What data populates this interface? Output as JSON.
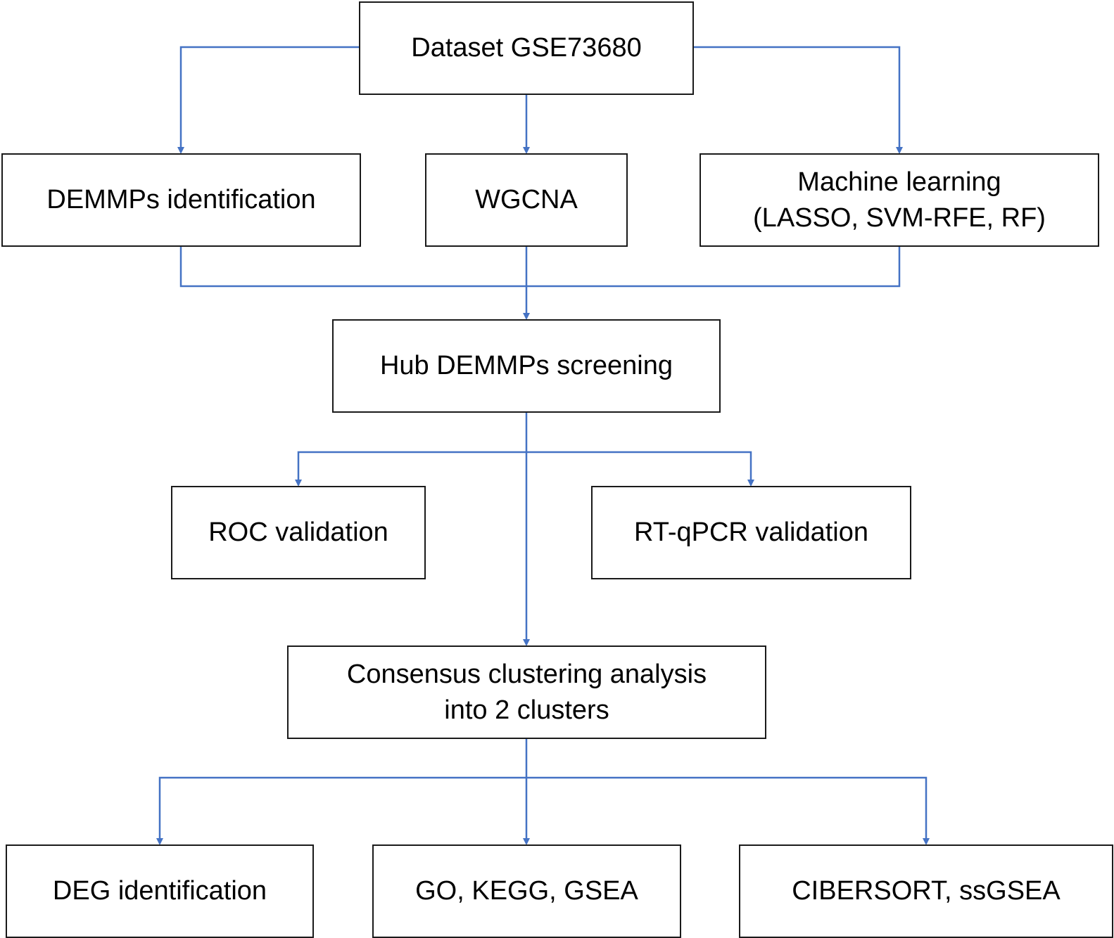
{
  "colors": {
    "connector": "#4472C4",
    "box_border": "#1a1a1a",
    "text": "#000000",
    "background": "#ffffff"
  },
  "nodes": {
    "dataset": {
      "lines": [
        "Dataset GSE73680"
      ]
    },
    "demmps_identification": {
      "lines": [
        "DEMMPs identification"
      ]
    },
    "wgcna": {
      "lines": [
        "WGCNA"
      ]
    },
    "machine_learning": {
      "lines": [
        "Machine learning",
        "(LASSO, SVM-RFE, RF)"
      ]
    },
    "hub_screening": {
      "lines": [
        "Hub DEMMPs screening"
      ]
    },
    "roc_validation": {
      "lines": [
        "ROC validation"
      ]
    },
    "rtqpcr_validation": {
      "lines": [
        "RT-qPCR validation"
      ]
    },
    "consensus_clustering": {
      "lines": [
        "Consensus clustering analysis",
        "into 2 clusters"
      ]
    },
    "deg_identification": {
      "lines": [
        "DEG identification"
      ]
    },
    "go_kegg_gsea": {
      "lines": [
        "GO, KEGG, GSEA"
      ]
    },
    "cibersort_ssgsea": {
      "lines": [
        "CIBERSORT, ssGSEA"
      ]
    }
  },
  "edges": [
    {
      "from": "dataset",
      "to": "demmps_identification"
    },
    {
      "from": "dataset",
      "to": "wgcna"
    },
    {
      "from": "dataset",
      "to": "machine_learning"
    },
    {
      "from": "demmps_identification",
      "to": "hub_screening"
    },
    {
      "from": "wgcna",
      "to": "hub_screening"
    },
    {
      "from": "machine_learning",
      "to": "hub_screening"
    },
    {
      "from": "hub_screening",
      "to": "roc_validation"
    },
    {
      "from": "hub_screening",
      "to": "rtqpcr_validation"
    },
    {
      "from": "hub_screening",
      "to": "consensus_clustering"
    },
    {
      "from": "consensus_clustering",
      "to": "deg_identification"
    },
    {
      "from": "consensus_clustering",
      "to": "go_kegg_gsea"
    },
    {
      "from": "consensus_clustering",
      "to": "cibersort_ssgsea"
    }
  ]
}
